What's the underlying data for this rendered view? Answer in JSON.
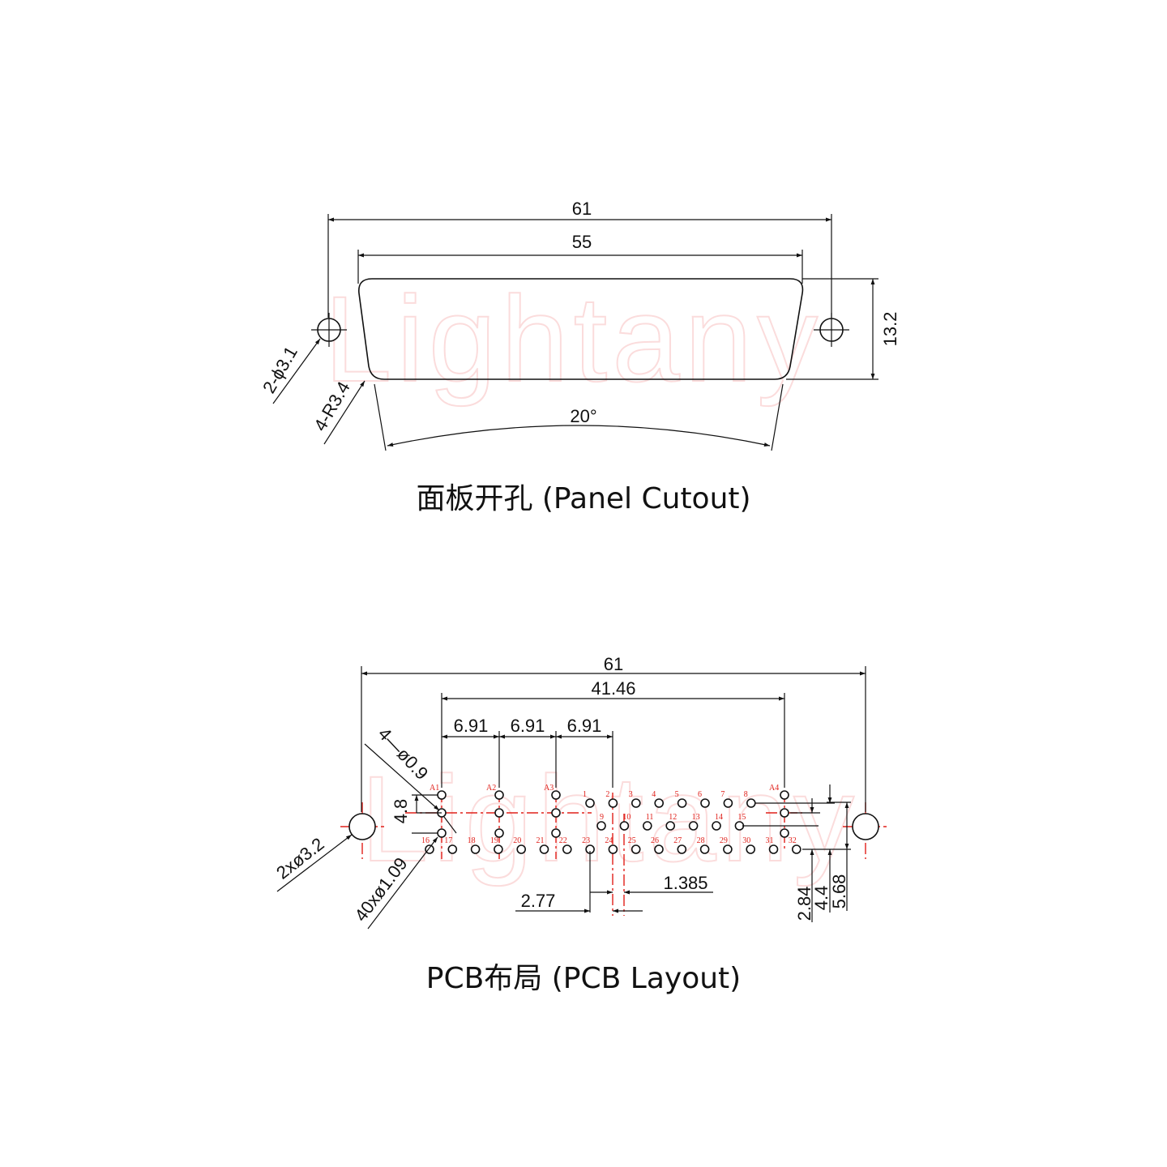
{
  "watermark": "Lightany",
  "panel_cutout": {
    "title": "面板开孔 (Panel Cutout)",
    "dim_overall_width": "61",
    "dim_cutout_width": "55",
    "dim_height": "13.2",
    "dim_mount_holes": "2-ϕ3.1",
    "dim_corner_radius": "4-R3.4",
    "dim_angle": "20°"
  },
  "pcb_layout": {
    "title": "PCB布局 (PCB Layout)",
    "dim_overall_width": "61",
    "dim_coax_span": "41.46",
    "dim_coax_pitch": [
      "6.91",
      "6.91",
      "6.91"
    ],
    "dim_coax_holes": "4—ø0.9",
    "dim_row_offset": "4.8",
    "dim_mount_holes": "2xø3.2",
    "dim_pin_holes": "40xø1.09",
    "dim_pin_pitch": "2.77",
    "dim_row_stagger": "1.385",
    "dim_row_heights": [
      "2.84",
      "4.4",
      "5.68"
    ],
    "coax_labels": [
      "A1",
      "A2",
      "A3",
      "A4"
    ],
    "row1_labels": [
      "1",
      "2",
      "3",
      "4",
      "5",
      "6",
      "7",
      "8"
    ],
    "row2_labels": [
      "9",
      "10",
      "11",
      "12",
      "13",
      "14",
      "15"
    ],
    "row3_labels": [
      "16",
      "17",
      "18",
      "19",
      "20",
      "21",
      "22",
      "23",
      "24",
      "25",
      "26",
      "27",
      "28",
      "29",
      "30",
      "31",
      "32"
    ]
  },
  "colors": {
    "line": "#111111",
    "centerline": "#e0201a",
    "pin_label": "#e0201a",
    "watermark": "#fbdcdc"
  }
}
